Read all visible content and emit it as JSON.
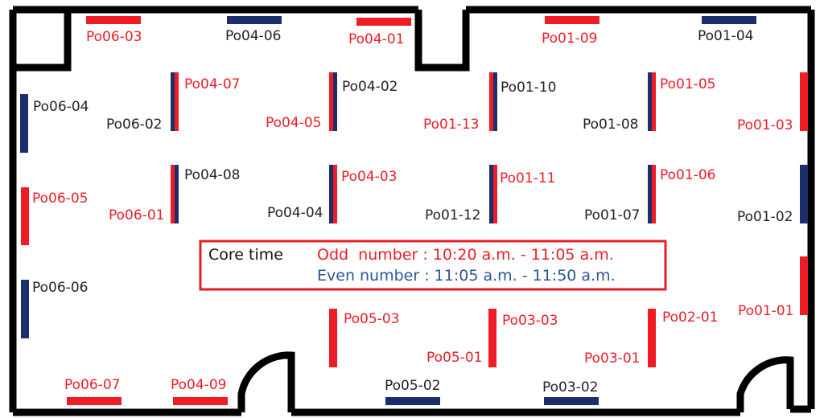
{
  "colors": {
    "odd": "#ee1c25",
    "even": "#1c2f6b",
    "wall": "#000000",
    "legend_border": "#e31e24",
    "legend_even_text": "#2e5597",
    "label_even_text": "#222222"
  },
  "posters": [
    {
      "id": "Po06-03",
      "parity": "odd"
    },
    {
      "id": "Po04-06",
      "parity": "even"
    },
    {
      "id": "Po04-01",
      "parity": "odd"
    },
    {
      "id": "Po01-09",
      "parity": "odd"
    },
    {
      "id": "Po01-04",
      "parity": "even"
    },
    {
      "id": "Po06-04",
      "parity": "even"
    },
    {
      "id": "Po06-05",
      "parity": "odd"
    },
    {
      "id": "Po06-06",
      "parity": "even"
    },
    {
      "id": "Po06-02",
      "parity": "even"
    },
    {
      "id": "Po04-07",
      "parity": "odd"
    },
    {
      "id": "Po06-01",
      "parity": "odd"
    },
    {
      "id": "Po04-08",
      "parity": "even"
    },
    {
      "id": "Po04-05",
      "parity": "odd"
    },
    {
      "id": "Po04-02",
      "parity": "even"
    },
    {
      "id": "Po04-04",
      "parity": "even"
    },
    {
      "id": "Po04-03",
      "parity": "odd"
    },
    {
      "id": "Po01-13",
      "parity": "odd"
    },
    {
      "id": "Po01-10",
      "parity": "even"
    },
    {
      "id": "Po01-12",
      "parity": "even"
    },
    {
      "id": "Po01-11",
      "parity": "odd"
    },
    {
      "id": "Po01-08",
      "parity": "even"
    },
    {
      "id": "Po01-05",
      "parity": "odd"
    },
    {
      "id": "Po01-07",
      "parity": "even"
    },
    {
      "id": "Po01-06",
      "parity": "odd"
    },
    {
      "id": "Po01-03",
      "parity": "odd"
    },
    {
      "id": "Po01-02",
      "parity": "even"
    },
    {
      "id": "Po01-01",
      "parity": "odd"
    },
    {
      "id": "Po05-03",
      "parity": "odd"
    },
    {
      "id": "Po05-01",
      "parity": "odd"
    },
    {
      "id": "Po03-03",
      "parity": "odd"
    },
    {
      "id": "Po03-01",
      "parity": "odd"
    },
    {
      "id": "Po02-01",
      "parity": "odd"
    },
    {
      "id": "Po06-07",
      "parity": "odd"
    },
    {
      "id": "Po04-09",
      "parity": "odd"
    },
    {
      "id": "Po05-02",
      "parity": "even"
    },
    {
      "id": "Po03-02",
      "parity": "even"
    }
  ],
  "legend": {
    "title": "Core time",
    "odd_text": "Odd  number : 10:20 a.m. - 11:05 a.m.",
    "even_text": "Even number : 11:05 a.m. - 11:50 a.m."
  }
}
